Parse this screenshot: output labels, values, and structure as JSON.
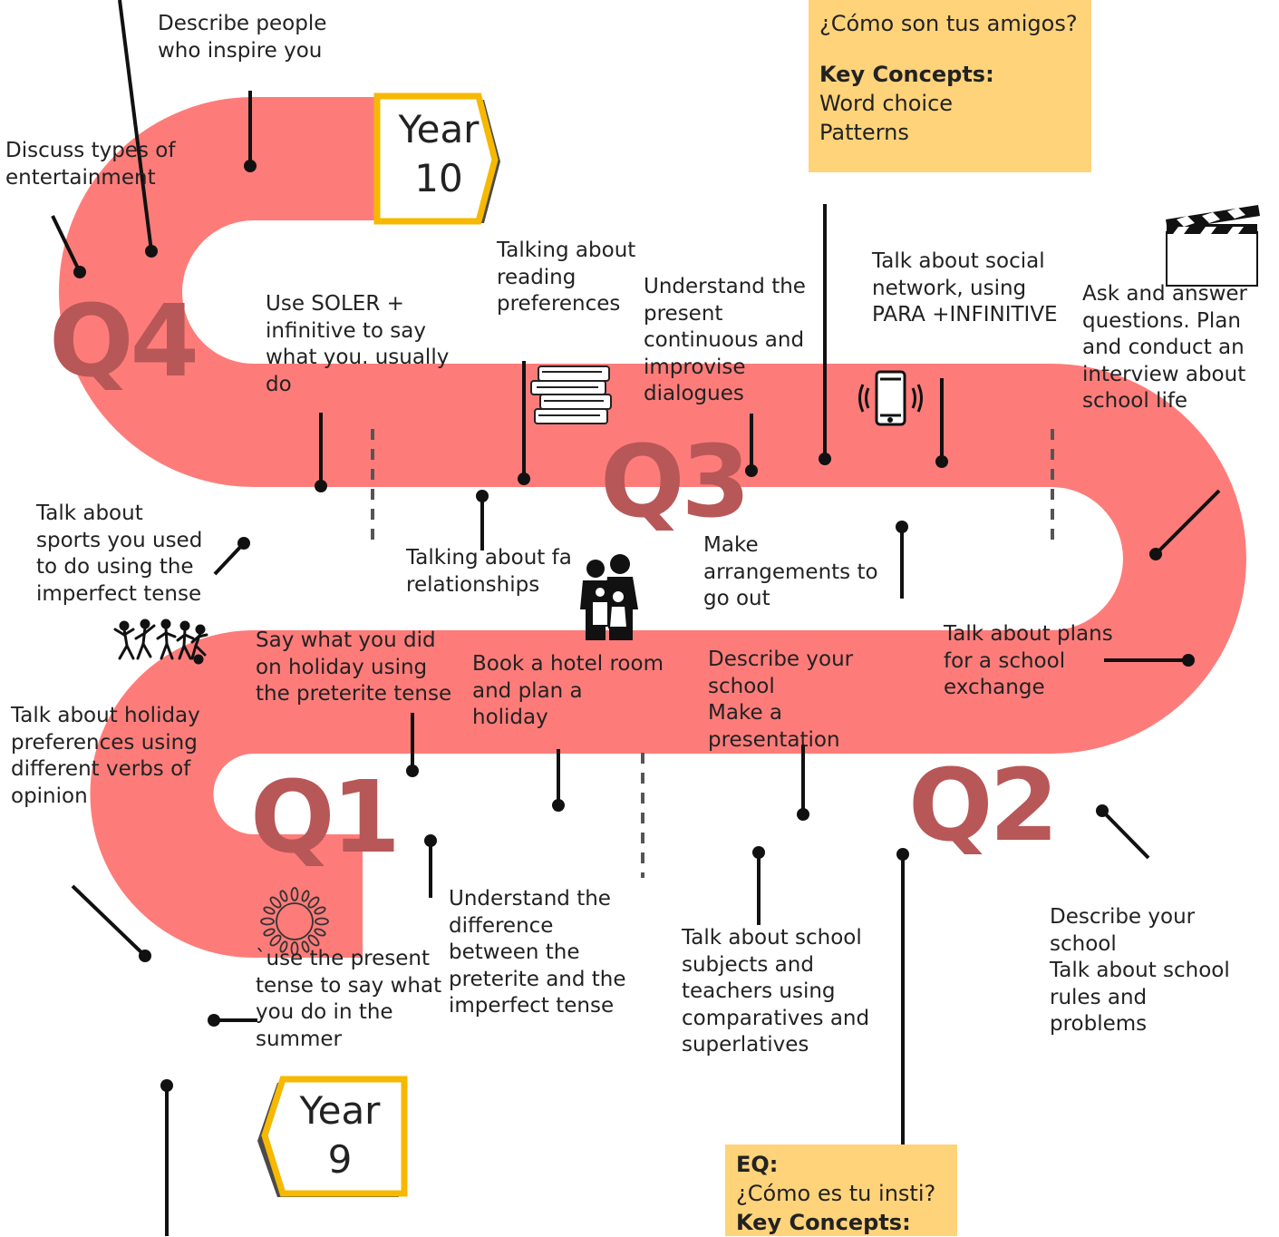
{
  "colors": {
    "road": "#fd7c7a",
    "quarter_label": "#b85757",
    "year_border": "#f6b800",
    "year_shadow": "#4a4a4a",
    "note_bg": "#ffd37a",
    "connector": "#111111"
  },
  "year_markers": {
    "top": {
      "line1": "Year",
      "line2": "10"
    },
    "bottom": {
      "line1": "Year",
      "line2": "9"
    }
  },
  "quarters": {
    "q1": "Q1",
    "q2": "Q2",
    "q3": "Q3",
    "q4": "Q4"
  },
  "notes": {
    "top": {
      "question": "¿Cómo son tus amigos?",
      "concepts_heading": "Key Concepts:",
      "concept1": "Word choice",
      "concept2": "Patterns"
    },
    "bottom": {
      "eq_heading": "EQ:",
      "question": "¿Cómo es tu insti?",
      "concepts_heading": "Key Concepts:"
    }
  },
  "topics": {
    "inspire": "Describe people\nwho inspire you",
    "entertainment": "Discuss types of\nentertainment",
    "soler": "Use SOLER +\ninfinitive to say\nwhat you. usually\ndo",
    "reading": "Talking about\nreading\npreferences",
    "present_continuous": "Understand the\npresent\ncontinuous and\nimprovise\ndialogues",
    "social_network": "Talk about social\nnetwork, using\nPARA +INFINITIVE",
    "interview": "Ask  and answer\nquestions. Plan\nand conduct an\ninterview about\nschool life",
    "sports": "Talk about\nsports you used\nto do using the\nimperfect tense",
    "relationships": "Talking about fa\nrelationships",
    "arrangements": "Make\narrangements to\ngo out",
    "holiday_did": "Say what you did\non holiday using\nthe preterite tense",
    "hotel": "Book a hotel room\nand plan a\nholiday",
    "describe_school_presentation": "Describe your\nschool\nMake a\npresentation",
    "exchange": "Talk about plans\nfor a school\nexchange",
    "holiday_prefs": "Talk about holiday\npreferences using\ndifferent verbs of\nopinion",
    "preterite_imperfect": "Understand the\ndifference\nbetween the\npreterite and the\nimperfect tense",
    "summer": "`use the present\ntense to say what\nyou do in the\nsummer",
    "subjects": "Talk about school\nsubjects and\nteachers using\ncomparatives and\nsuperlatives",
    "rules": "Describe your\nschool\nTalk about school\nrules and\nproblems"
  },
  "icons": {
    "books": "books-icon",
    "phone": "phone-icon",
    "clapper": "clapperboard-icon",
    "family": "family-icon",
    "sports": "sports-players-icon",
    "sun": "sun-icon"
  }
}
